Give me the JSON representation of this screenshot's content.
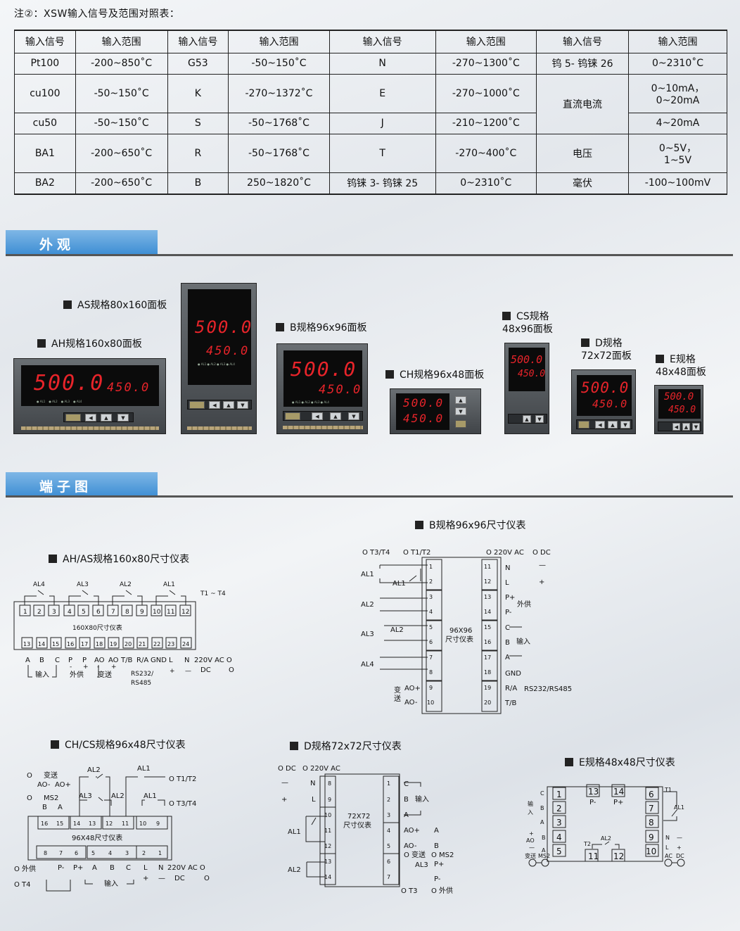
{
  "note": "注②：XSW输入信号及范围对照表：",
  "table": {
    "headers": [
      "输入信号",
      "输入范围",
      "输入信号",
      "输入范围",
      "输入信号",
      "输入范围",
      "输入信号",
      "输入范围"
    ],
    "r1": [
      "Pt100",
      "-200~850˚C",
      "G53",
      "-50~150˚C",
      "N",
      "-270~1300˚C",
      "钨 5- 钨铼 26",
      "0~2310˚C"
    ],
    "r2": [
      "cu100",
      "-50~150˚C",
      "K",
      "-270~1372˚C",
      "E",
      "-270~1000˚C",
      "直流电流",
      "0~10mA，",
      "0~20mA"
    ],
    "r3": [
      "cu50",
      "-50~150˚C",
      "S",
      "-50~1768˚C",
      "J",
      "-210~1200˚C",
      "4~20mA"
    ],
    "r4": [
      "BA1",
      "-200~650˚C",
      "R",
      "-50~1768˚C",
      "T",
      "-270~400˚C",
      "电压",
      "0~5V，",
      "1~5V"
    ],
    "r5": [
      "BA2",
      "-200~650˚C",
      "B",
      "250~1820˚C",
      "钨铼 3- 钨铼 25",
      "0~2310˚C",
      "毫伏",
      "-100~100mV"
    ]
  },
  "sections": {
    "appearance": "外观",
    "terminal": "端子图"
  },
  "panels": {
    "as_label": "AS规格80x160面板",
    "ah_label": "AH规格160x80面板",
    "b_label": "B规格96x96面板",
    "ch_label": "CH规格96x48面板",
    "cs_label1": "CS规格",
    "cs_label2": "48x96面板",
    "d_label1": "D规格",
    "d_label2": "72x72面板",
    "e_label1": "E规格",
    "e_label2": "48x48面板",
    "pv": "500.0",
    "sv": "450.0"
  },
  "diagrams": {
    "ah_title": "AH/AS规格160x80尺寸仪表",
    "b_title": "B规格96x96尺寸仪表",
    "ch_title": "CH/CS规格96x48尺寸仪表",
    "d_title": "D规格72x72尺寸仪表",
    "e_title": "E规格48x48尺寸仪表",
    "ah_center": "160X80尺寸仪表",
    "b_center1": "96X96",
    "b_center2": "尺寸仪表",
    "ch_center": "96X48尺寸仪表",
    "d_center1": "72X72",
    "d_center2": "尺寸仪表"
  },
  "colors": {
    "tab": "#3f8fd4",
    "display_red": "#e8242a",
    "panel": "#55595d"
  }
}
